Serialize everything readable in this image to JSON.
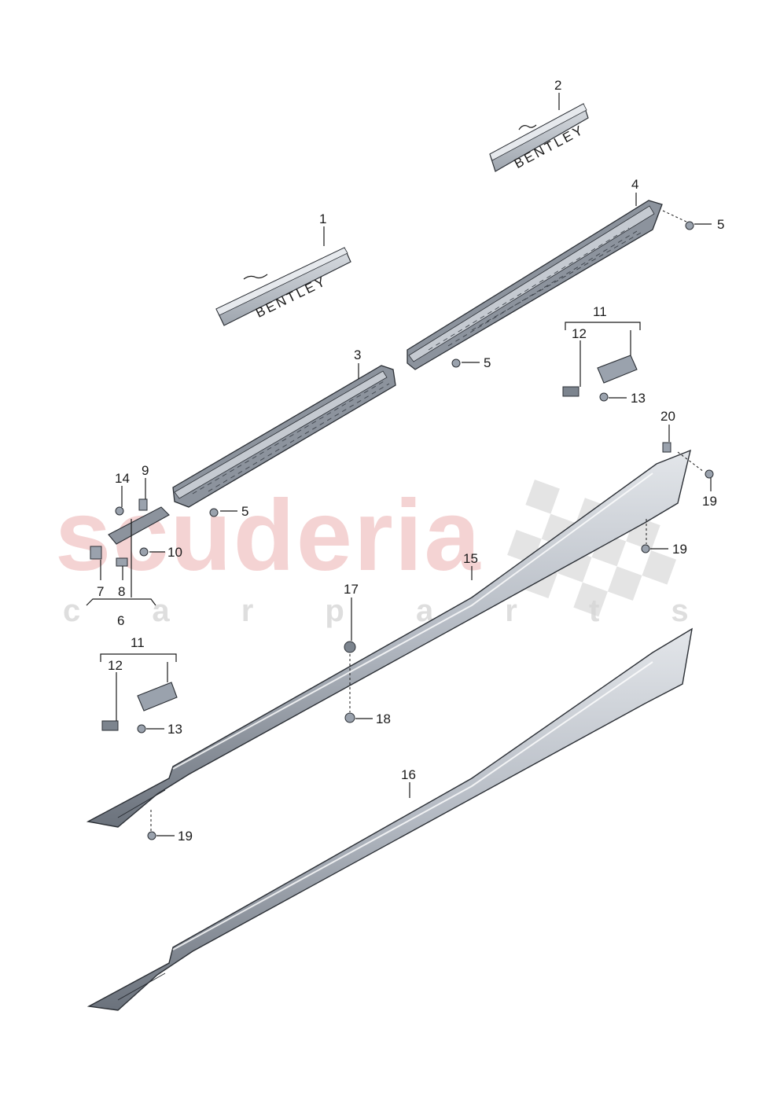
{
  "colors": {
    "part_light": "#c9ced6",
    "part_mid": "#9aa2ad",
    "part_dark": "#5c636d",
    "outline": "#2b2f35",
    "watermark_red": "#f2c9c9",
    "watermark_grey": "#d6d6d6"
  },
  "watermark": {
    "brand": "scuderia",
    "tagline": "c a r   p a r t s"
  },
  "plates": {
    "front_text": "BENTLEY",
    "rear_text": "BENTLEY"
  },
  "callouts": {
    "p1": "1",
    "p2": "2",
    "p3": "3",
    "p4": "4",
    "p5a": "5",
    "p5b": "5",
    "p5c": "5",
    "p6": "6",
    "p7": "7",
    "p8": "8",
    "p9": "9",
    "p10": "10",
    "p11a": "11",
    "p11b": "11",
    "p12a": "12",
    "p12b": "12",
    "p13a": "13",
    "p13b": "13",
    "p14": "14",
    "p15": "15",
    "p16": "16",
    "p17": "17",
    "p18": "18",
    "p19a": "19",
    "p19b": "19",
    "p19c": "19",
    "p20": "20"
  }
}
